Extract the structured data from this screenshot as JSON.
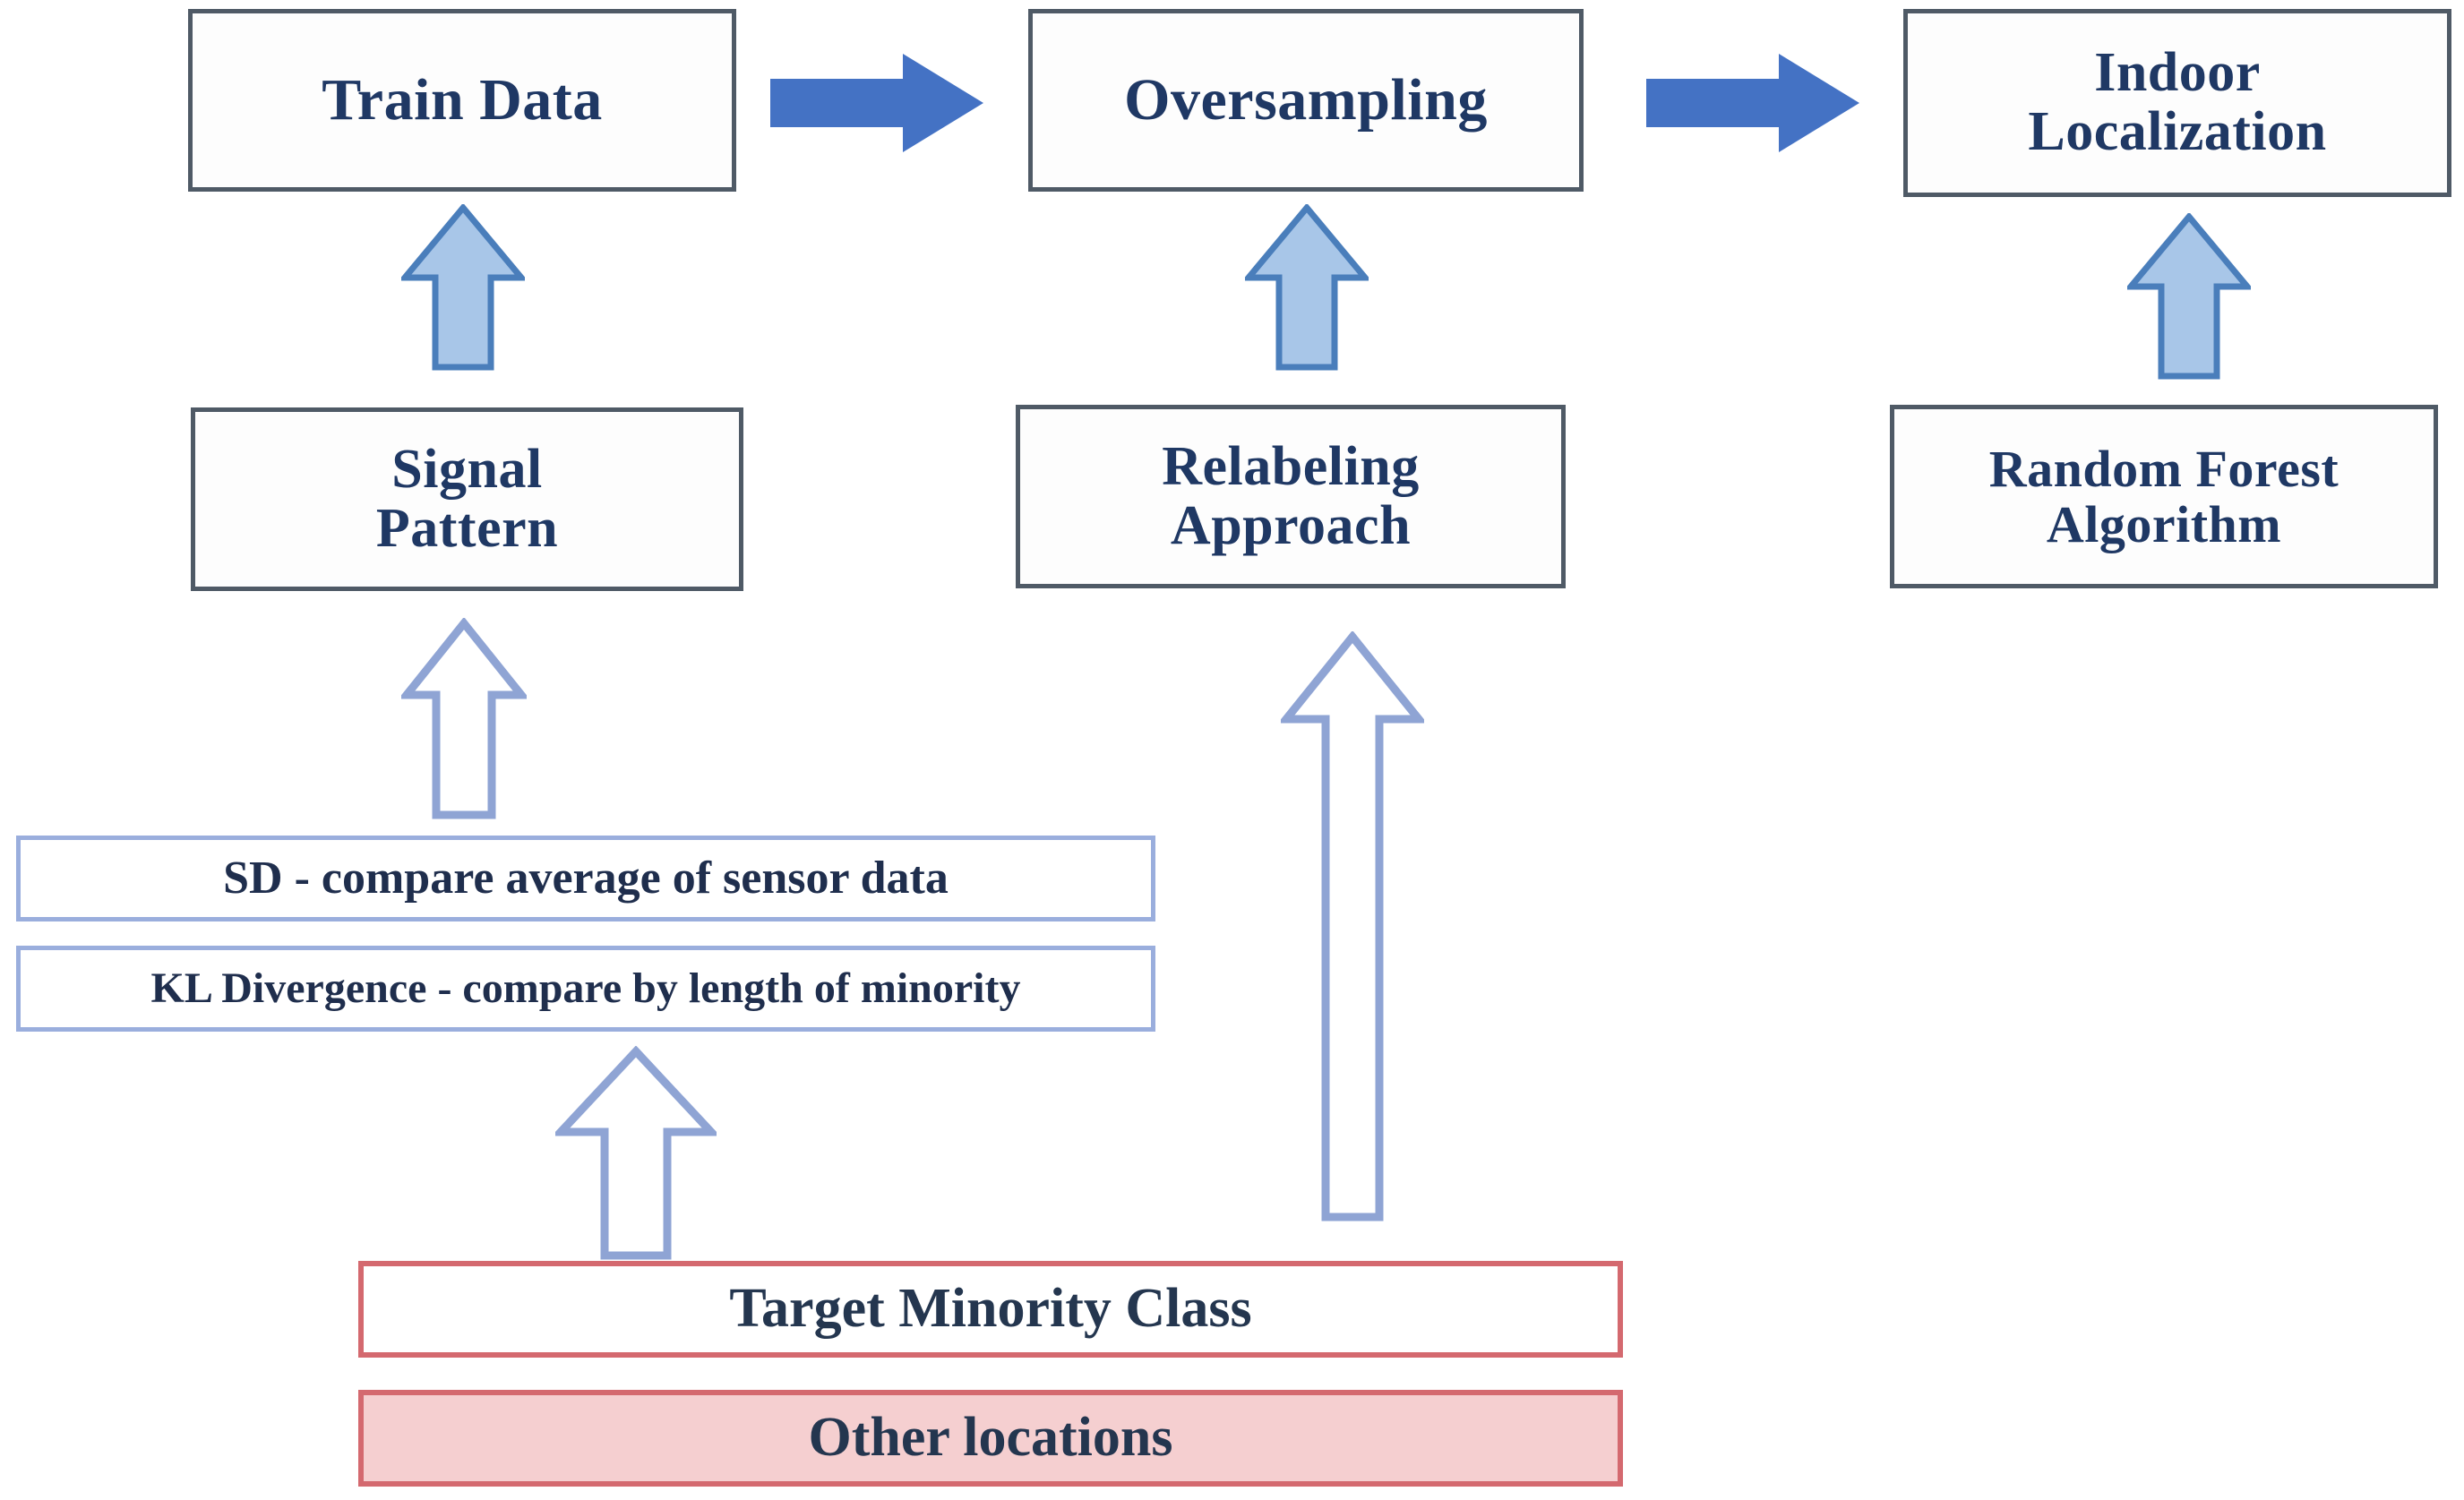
{
  "diagram": {
    "title": "Indoor Localization Oversampling Methodology Flow",
    "colors": {
      "process_border": "#4f5a66",
      "process_text": "#1f3864",
      "solid_arrow": "#4472c4",
      "filled_up_arrow_fill": "#a8c6e8",
      "filled_up_arrow_stroke": "#4a7ebb",
      "hollow_arrow_stroke": "#8fa4d4",
      "metric_border": "#9aaedd",
      "source_border": "#d4696f",
      "source_fill": "#f5cfd0",
      "background": "#ffffff"
    },
    "top_row": [
      {
        "id": "train-data",
        "label": "Train Data"
      },
      {
        "id": "oversampling",
        "label": "Oversampling"
      },
      {
        "id": "indoor-localization",
        "label": "Indoor\nLocalization"
      }
    ],
    "middle_row": [
      {
        "id": "signal-pattern",
        "label": "Signal\nPattern"
      },
      {
        "id": "relabeling",
        "label": "Relabeling\nApproach"
      },
      {
        "id": "random-forest",
        "label": "Random Forest\nAlgorithm"
      }
    ],
    "metrics": [
      {
        "id": "sd-metric",
        "label": "SD - compare average of sensor data"
      },
      {
        "id": "kl-metric",
        "label": "KL Divergence - compare by length of minority"
      }
    ],
    "sources": [
      {
        "id": "target-minority-class",
        "label": "Target Minority Class",
        "style": "outline"
      },
      {
        "id": "other-locations",
        "label": "Other locations",
        "style": "filled"
      }
    ],
    "connectors": [
      {
        "id": "arrow-train-to-oversampling",
        "kind": "solid-right-arrow"
      },
      {
        "id": "arrow-oversampling-to-indoor",
        "kind": "solid-right-arrow"
      },
      {
        "id": "arrow-signal-to-train",
        "kind": "filled-up-arrow"
      },
      {
        "id": "arrow-relabeling-to-oversampling",
        "kind": "filled-up-arrow"
      },
      {
        "id": "arrow-randomforest-to-indoor",
        "kind": "filled-up-arrow"
      },
      {
        "id": "arrow-metrics-to-signal",
        "kind": "hollow-up-arrow"
      },
      {
        "id": "arrow-minority-to-metrics",
        "kind": "hollow-up-arrow"
      },
      {
        "id": "arrow-minority-to-relabeling",
        "kind": "hollow-up-arrow-tall"
      }
    ]
  }
}
